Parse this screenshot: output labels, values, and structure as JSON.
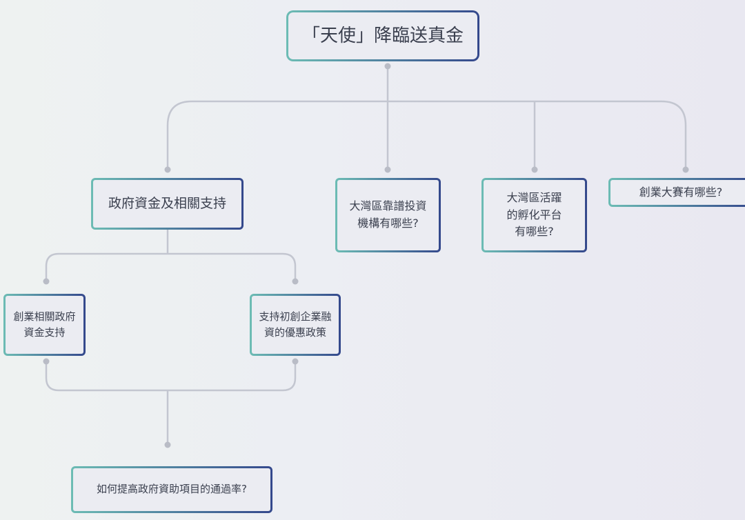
{
  "diagram": {
    "root": {
      "lines": [
        "「天使」降臨送真金"
      ]
    },
    "branches": [
      {
        "id": "gov-support",
        "lines": [
          "政府資金及相關支持"
        ]
      },
      {
        "id": "investors",
        "lines": [
          "大灣區靠譜投資",
          "機構有哪些?"
        ]
      },
      {
        "id": "incubators",
        "lines": [
          "大灣區活躍",
          "的孵化平台",
          "有哪些?"
        ]
      },
      {
        "id": "competitions",
        "lines": [
          "創業大賽有哪些?"
        ]
      }
    ],
    "sub_branches": [
      {
        "id": "startup-gov-funding",
        "lines": [
          "創業相關政府",
          "資金支持"
        ]
      },
      {
        "id": "financing-policies",
        "lines": [
          "支持初創企業融",
          "資的優惠政策"
        ]
      }
    ],
    "conclusion": {
      "lines": [
        "如何提高政府資助項目的通過率?"
      ]
    },
    "colors": {
      "connector": "#c3c6d0",
      "dot": "#b9bcc6",
      "border_start": "#6cbcb4",
      "border_end": "#34488c"
    }
  }
}
